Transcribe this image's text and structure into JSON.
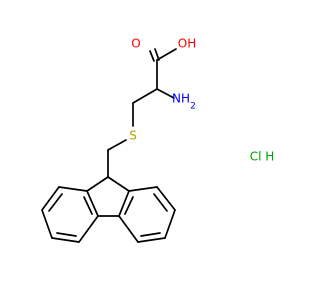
{
  "molecule": {
    "labels": {
      "oxygen_carbonyl": "O",
      "hydroxyl": "OH",
      "amine": "NH",
      "amine_subscript": "2",
      "sulfur": "S",
      "hcl": "Cl H"
    },
    "colors": {
      "bond": "#000000",
      "oxygen": "#ff0000",
      "nitrogen": "#0000ff",
      "sulfur": "#b5a000",
      "chlorine": "#00a000",
      "hydrogen": "#000000"
    }
  }
}
